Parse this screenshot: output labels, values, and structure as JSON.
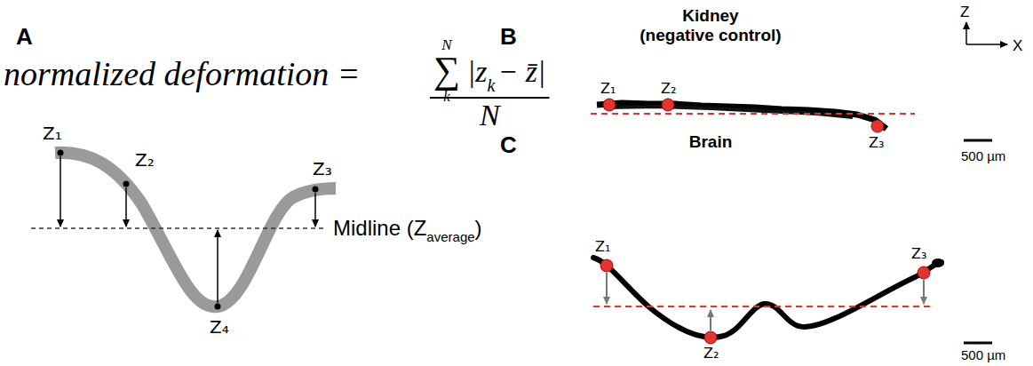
{
  "diagram": {
    "labels": [
      "A",
      "normalized deformation =",
      "∑",
      "N",
      "k",
      "|z",
      "k",
      "− z̄|",
      "N",
      "Z₁",
      "Z₂",
      "Z₃",
      "Z₄",
      "Midline (Z",
      "average",
      ")",
      "B",
      "Kidney",
      "(negative control)",
      "Z",
      "X",
      "Z₁",
      "Z₂",
      "Z₃",
      "500 µm",
      "C",
      "Brain",
      "Z₁",
      "Z₂",
      "Z₃",
      "500 µm"
    ]
  }
}
